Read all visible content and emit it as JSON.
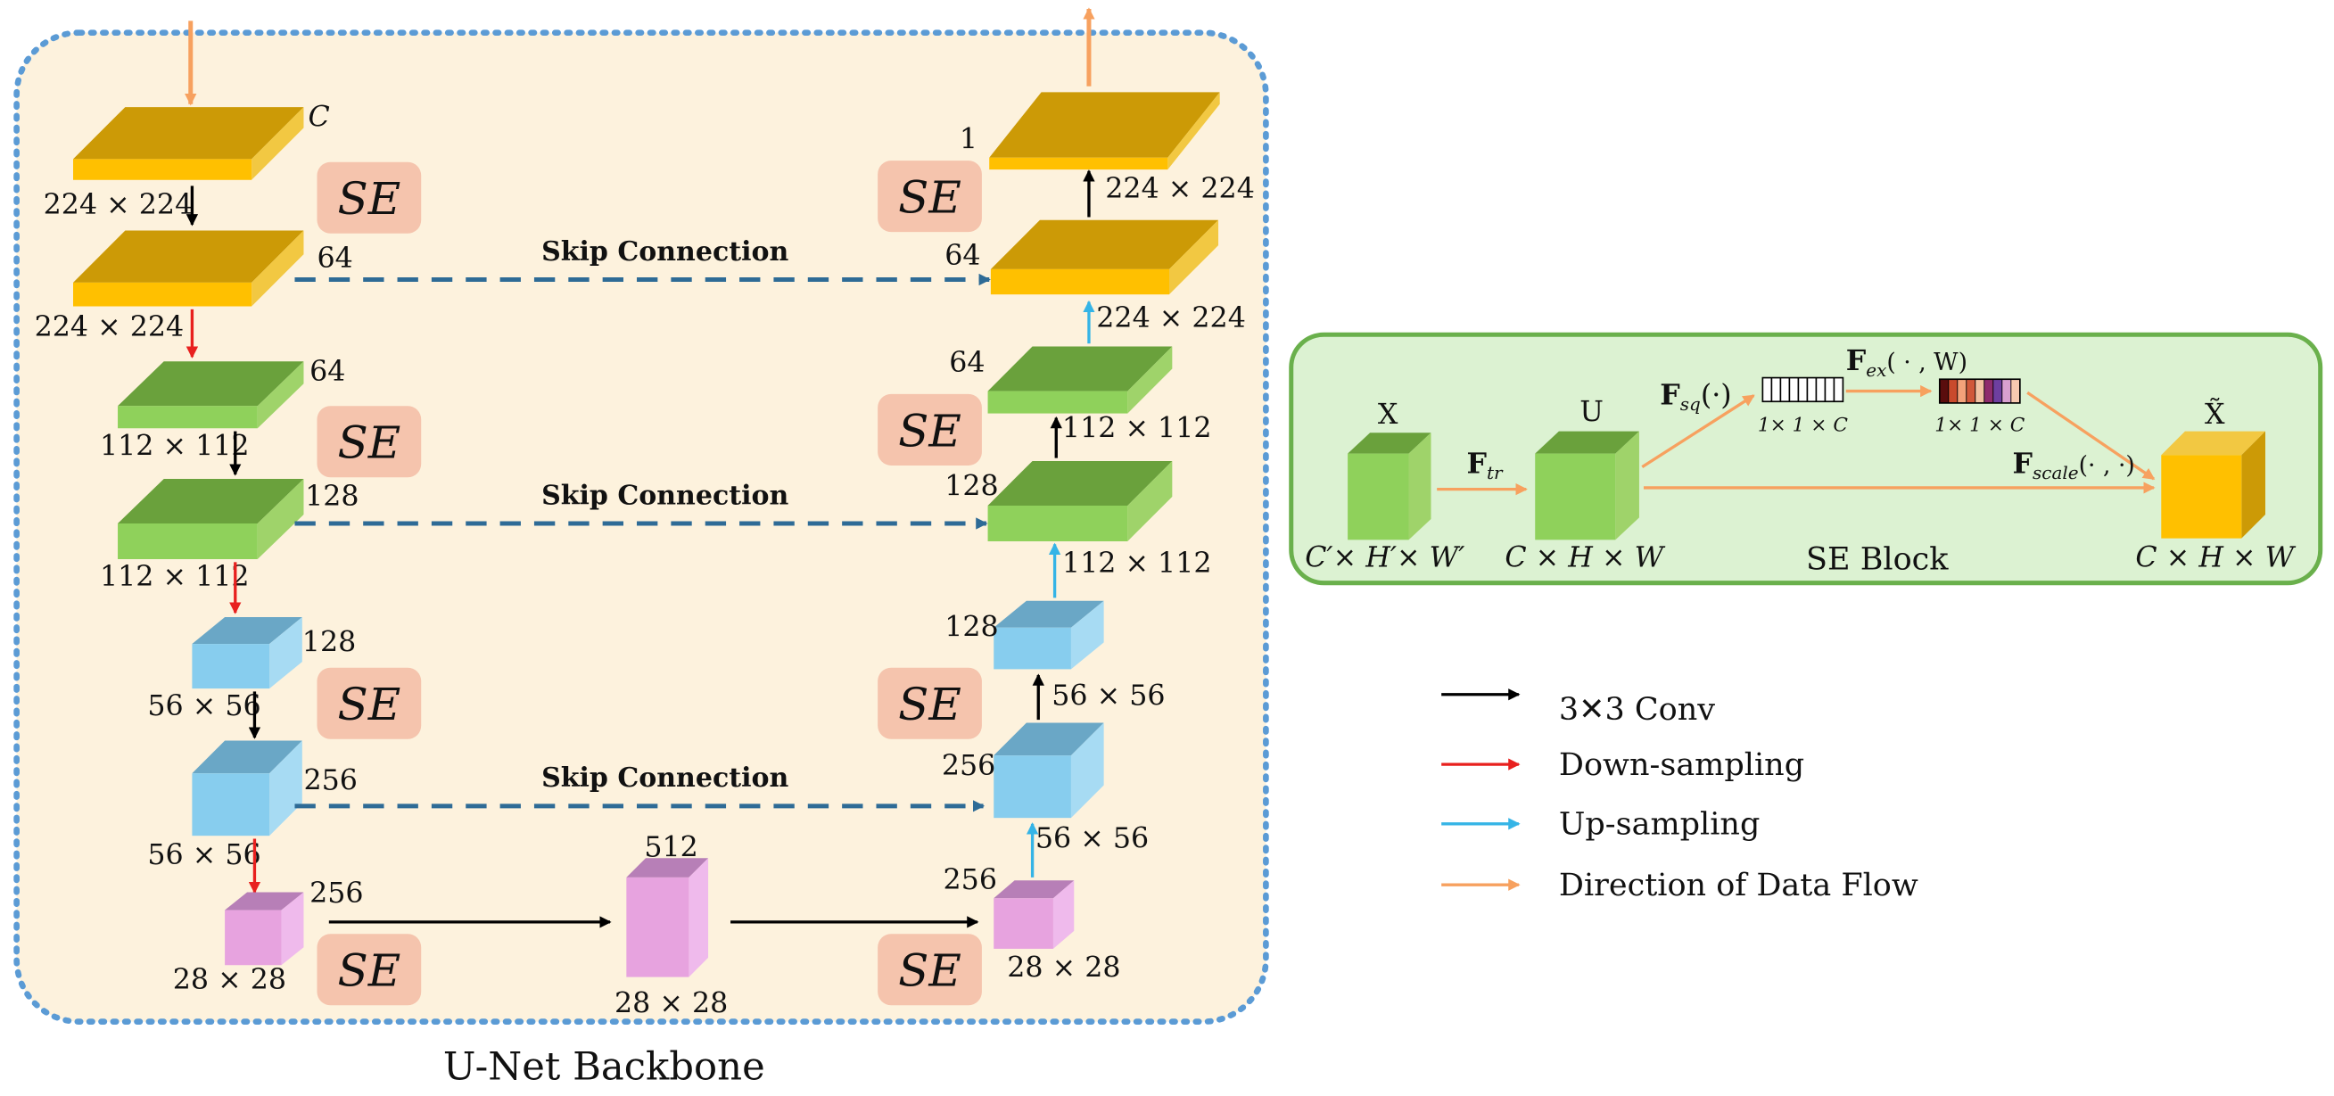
{
  "unet": {
    "title": "U-Net Backbone",
    "skip_connection_label": "Skip Connection",
    "se_label": "SE",
    "encoder": [
      {
        "channels": "C",
        "size": "224 × 224",
        "color": "gold"
      },
      {
        "channels": "64",
        "size": "224 × 224",
        "color": "gold"
      },
      {
        "channels": "64",
        "size": "112 × 112",
        "color": "green"
      },
      {
        "channels": "128",
        "size": "112 × 112",
        "color": "green"
      },
      {
        "channels": "128",
        "size": "56 × 56",
        "color": "blue"
      },
      {
        "channels": "256",
        "size": "56 × 56",
        "color": "blue"
      },
      {
        "channels": "256",
        "size": "28 × 28",
        "color": "pink"
      }
    ],
    "bottleneck": {
      "channels": "512",
      "size": "28 × 28",
      "color": "pink"
    },
    "decoder": [
      {
        "channels": "256",
        "size": "28 × 28",
        "color": "pink"
      },
      {
        "channels": "256",
        "size": "56 × 56",
        "color": "blue"
      },
      {
        "channels": "128",
        "size": "56 × 56",
        "color": "blue"
      },
      {
        "channels": "128",
        "size": "112 × 112",
        "color": "green"
      },
      {
        "channels": "64",
        "size": "112 × 112",
        "color": "green"
      },
      {
        "channels": "64",
        "size": "224 × 224",
        "color": "gold"
      },
      {
        "channels": "1",
        "size": "224 × 224",
        "color": "gold"
      }
    ]
  },
  "se_block": {
    "title": "SE Block",
    "x_label": "X",
    "u_label": "U",
    "xtilde_label": "X̃",
    "x_dims": "C′× H′× W′",
    "u_dims": "C × H × W",
    "out_dims": "C × H × W",
    "vec_dims": "1× 1 × C",
    "f_tr": "F",
    "f_tr_sub": "tr",
    "f_sq": "F",
    "f_sq_sub": "sq",
    "f_sq_arg": "(·)",
    "f_ex": "F",
    "f_ex_sub": "ex",
    "f_ex_arg": "( · , W)",
    "f_scale": "F",
    "f_scale_sub": "scale",
    "f_scale_arg": "(· , ·)"
  },
  "legend": [
    {
      "label": "3✕3 Conv",
      "color": "#000000"
    },
    {
      "label": "Down-sampling",
      "color": "#e8201e"
    },
    {
      "label": "Up-sampling",
      "color": "#35b4e6"
    },
    {
      "label": "Direction of Data Flow",
      "color": "#f7a15f"
    }
  ],
  "colors": {
    "panel_bg": "#fdf2dd",
    "panel_border": "#5b9bd5",
    "se_badge": "#f5c4ad",
    "se_block_bg": "#dcf2d2",
    "se_block_border": "#6ab04c",
    "skip_line": "#2e6b96"
  }
}
